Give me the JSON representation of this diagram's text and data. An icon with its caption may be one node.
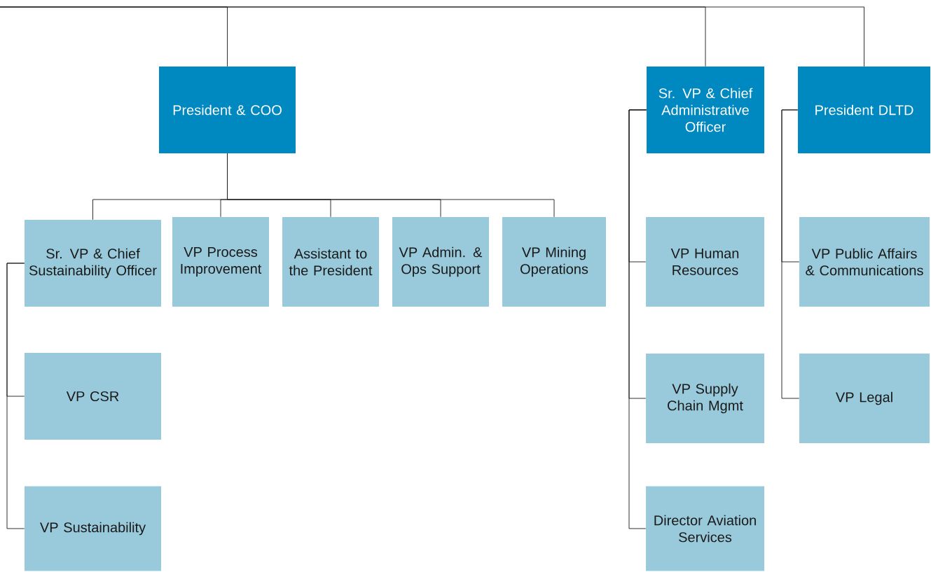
{
  "diagram": {
    "nodes": [
      {
        "text": [
          "President & COO"
        ]
      },
      {
        "text": [
          "Sr. VP & Chief Administrative Officer"
        ]
      },
      {
        "text": [
          "President DLTD"
        ]
      },
      {
        "text": [
          "Sr. VP & Chief Sustainability Officer"
        ]
      },
      {
        "text": [
          "VP Process Improvement"
        ]
      },
      {
        "text": [
          "Assistant to the President"
        ]
      },
      {
        "text": [
          "VP Admin. & Ops Support"
        ]
      },
      {
        "text": [
          "VP Mining Operations"
        ]
      },
      {
        "text": [
          "VP CSR"
        ]
      },
      {
        "text": [
          "VP Sustainability"
        ]
      },
      {
        "text": [
          "VP Human Resources"
        ]
      },
      {
        "text": [
          "VP Supply Chain Mgmt"
        ]
      },
      {
        "text": [
          "Director Aviation Services"
        ]
      },
      {
        "text": [
          "VP Public Affairs & Communications"
        ]
      },
      {
        "text": [
          "VP Legal"
        ]
      }
    ],
    "edges": [
      {
        "from": null,
        "to": 0,
        "arrow": "none"
      },
      {
        "from": null,
        "to": 1,
        "arrow": "none"
      },
      {
        "from": null,
        "to": 2,
        "arrow": "none"
      },
      {
        "from": 0,
        "to": 3,
        "arrow": "none"
      },
      {
        "from": 0,
        "to": 4,
        "arrow": "none"
      },
      {
        "from": 0,
        "to": 5,
        "arrow": "none"
      },
      {
        "from": 0,
        "to": 6,
        "arrow": "none"
      },
      {
        "from": 0,
        "to": 7,
        "arrow": "none"
      },
      {
        "from": 3,
        "to": 8,
        "arrow": "none"
      },
      {
        "from": 3,
        "to": 9,
        "arrow": "none"
      },
      {
        "from": 1,
        "to": 10,
        "arrow": "none"
      },
      {
        "from": 1,
        "to": 11,
        "arrow": "none"
      },
      {
        "from": 1,
        "to": 12,
        "arrow": "none"
      },
      {
        "from": 2,
        "to": 13,
        "arrow": "none"
      },
      {
        "from": 2,
        "to": 14,
        "arrow": "none"
      }
    ]
  }
}
